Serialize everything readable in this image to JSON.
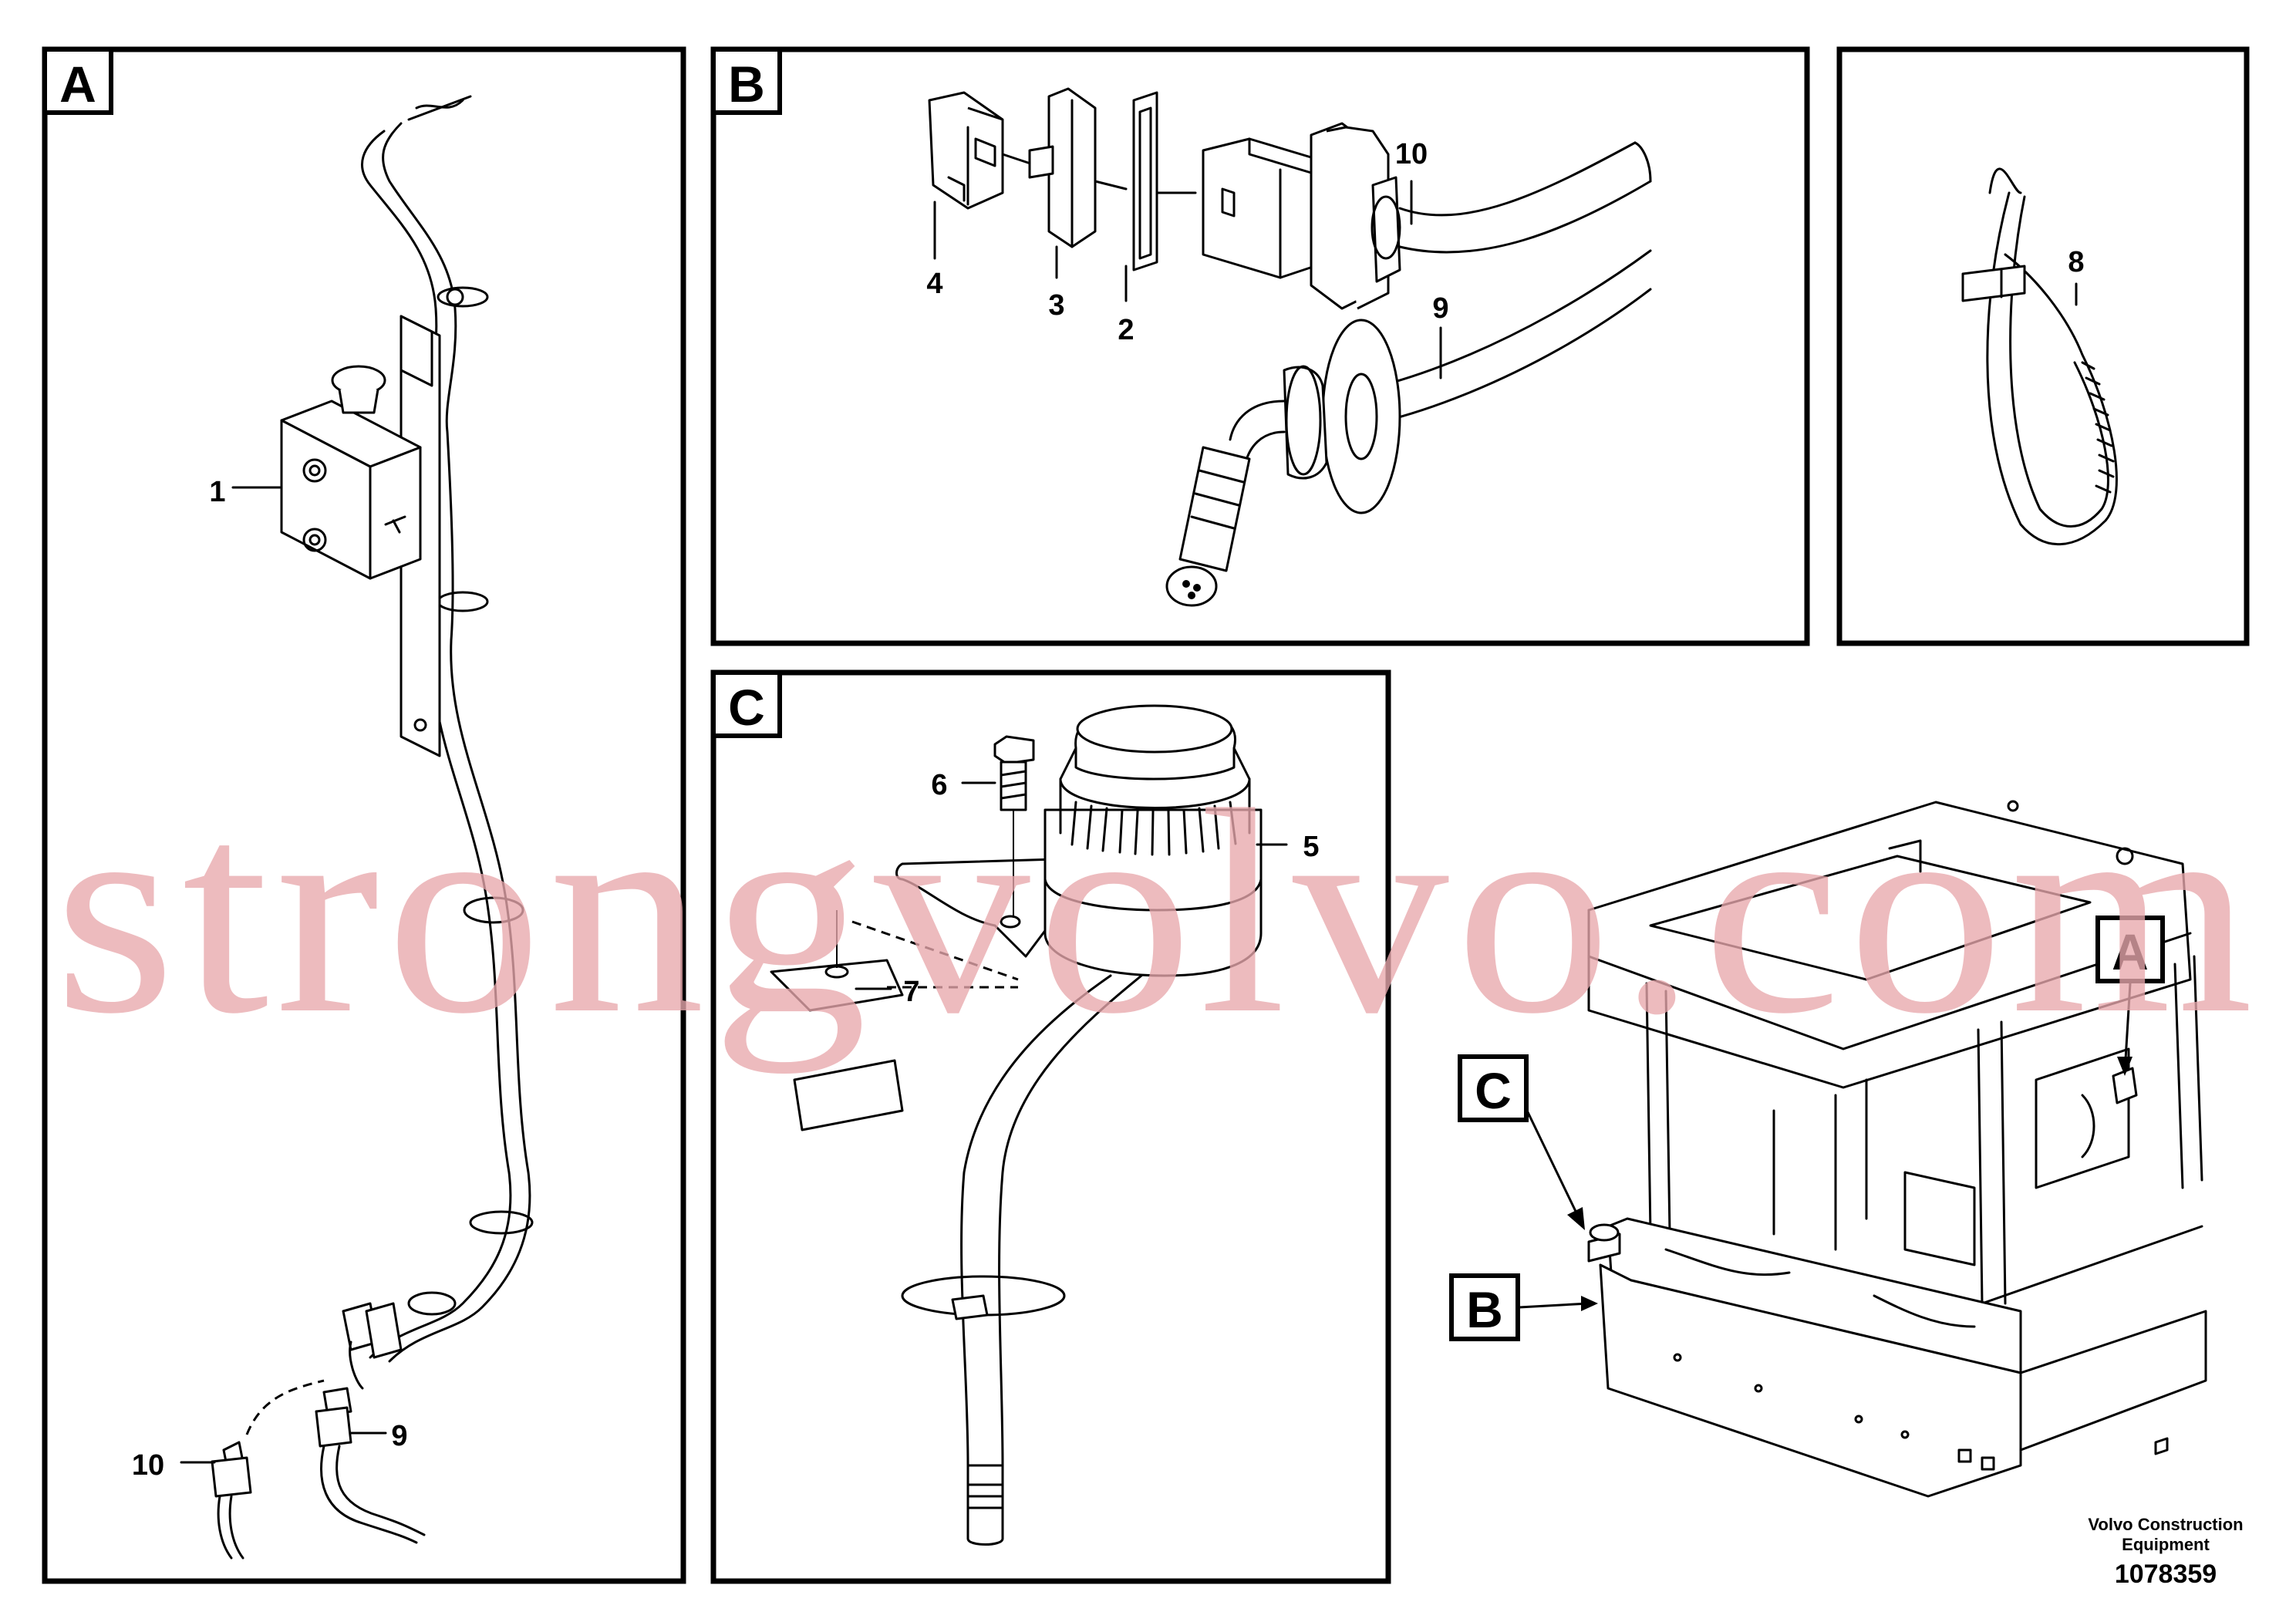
{
  "panels": {
    "A": {
      "letter": "A"
    },
    "B": {
      "letter": "B"
    },
    "C": {
      "letter": "C"
    },
    "D": {
      "letter": ""
    }
  },
  "callouts": {
    "a1": "1",
    "a10": "10",
    "a9": "9",
    "b4": "4",
    "b3": "3",
    "b2": "2",
    "b10": "10",
    "b9": "9",
    "d8": "8",
    "c6": "6",
    "c5": "5",
    "c7": "7"
  },
  "overview": {
    "A": "A",
    "B": "B",
    "C": "C"
  },
  "watermark": "strongvolvo.com",
  "footer": {
    "company_line1": "Volvo Construction",
    "company_line2": "Equipment",
    "drawing_number": "1078359"
  }
}
